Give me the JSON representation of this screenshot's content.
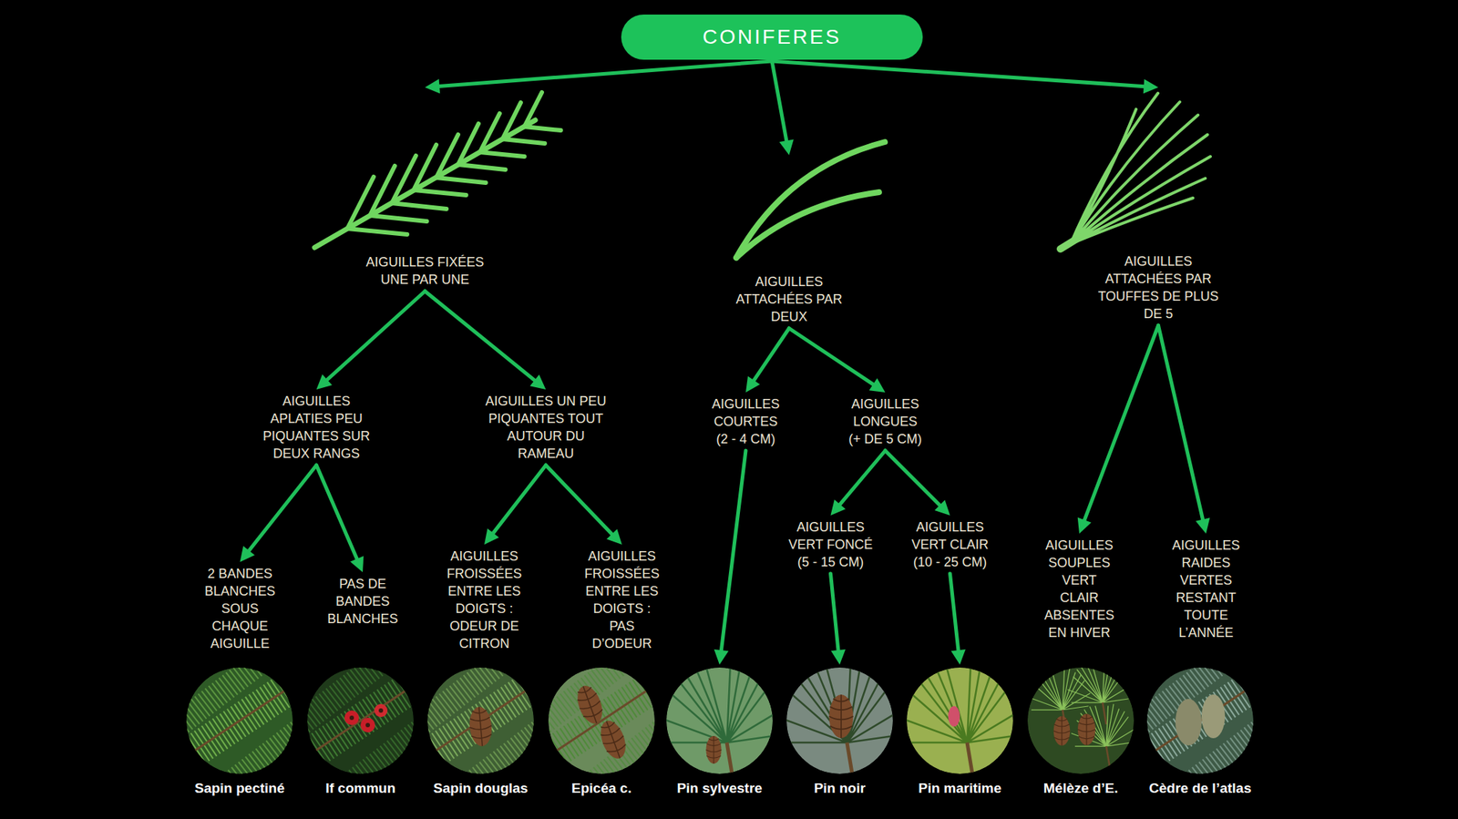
{
  "diagram": {
    "nodes": [
      {
        "text": [
          "CONIFERES"
        ]
      },
      {
        "text": [
          "AIGUILLES FIXÉES UNE PAR UNE"
        ]
      },
      {
        "text": [
          "AIGUILLES ATTACHÉES PAR DEUX"
        ]
      },
      {
        "text": [
          "AIGUILLES ATTACHÉES PAR TOUFFES DE PLUS DE 5"
        ]
      },
      {
        "text": [
          "AIGUILLES APLATIES PEU PIQUANTES SUR DEUX RANGS"
        ]
      },
      {
        "text": [
          "AIGUILLES UN PEU PIQUANTES TOUT AUTOUR DU RAMEAU"
        ]
      },
      {
        "text": [
          "AIGUILLES COURTES (2 - 4 CM)"
        ]
      },
      {
        "text": [
          "AIGUILLES LONGUES (+ DE 5 CM)"
        ]
      },
      {
        "text": [
          "AIGUILLES VERT FONCÉ (5 - 15 CM)"
        ]
      },
      {
        "text": [
          "AIGUILLES VERT CLAIR (10 - 25 CM)"
        ]
      },
      {
        "text": [
          "AIGUILLES SOUPLES VERT CLAIR ABSENTES EN HIVER"
        ]
      },
      {
        "text": [
          "AIGUILLES RAIDES VERTES RESTANT TOUTE L’ANNÉE"
        ]
      },
      {
        "text": [
          "2 BANDES BLANCHES SOUS CHAQUE AIGUILLE"
        ]
      },
      {
        "text": [
          "PAS DE BANDES BLANCHES"
        ]
      },
      {
        "text": [
          "AIGUILLES FROISSÉES ENTRE LES DOIGTS : ODEUR DE CITRON"
        ]
      },
      {
        "text": [
          "AIGUILLES FROISSÉES ENTRE LES DOIGTS : PAS D’ODEUR"
        ]
      },
      {
        "text": [
          "Sapin pectiné"
        ]
      },
      {
        "text": [
          "If commun"
        ]
      },
      {
        "text": [
          "Sapin douglas"
        ]
      },
      {
        "text": [
          "Epicéa c."
        ]
      },
      {
        "text": [
          "Pin sylvestre"
        ]
      },
      {
        "text": [
          "Pin noir"
        ]
      },
      {
        "text": [
          "Pin maritime"
        ]
      },
      {
        "text": [
          "Mélèze d’E."
        ]
      },
      {
        "text": [
          "Cèdre de l’atlas"
        ]
      }
    ],
    "edges": [
      {
        "from": 0,
        "to": 1,
        "arrow": "to"
      },
      {
        "from": 0,
        "to": 2,
        "arrow": "to"
      },
      {
        "from": 0,
        "to": 3,
        "arrow": "to"
      },
      {
        "from": 1,
        "to": 4,
        "arrow": "to"
      },
      {
        "from": 1,
        "to": 5,
        "arrow": "to"
      },
      {
        "from": 2,
        "to": 6,
        "arrow": "to"
      },
      {
        "from": 2,
        "to": 7,
        "arrow": "to"
      },
      {
        "from": 3,
        "to": 10,
        "arrow": "to"
      },
      {
        "from": 3,
        "to": 11,
        "arrow": "to"
      },
      {
        "from": 4,
        "to": 12,
        "arrow": "to"
      },
      {
        "from": 4,
        "to": 13,
        "arrow": "to"
      },
      {
        "from": 5,
        "to": 14,
        "arrow": "to"
      },
      {
        "from": 5,
        "to": 15,
        "arrow": "to"
      },
      {
        "from": 6,
        "to": 20,
        "arrow": "to"
      },
      {
        "from": 7,
        "to": 8,
        "arrow": "to"
      },
      {
        "from": 7,
        "to": 9,
        "arrow": "to"
      },
      {
        "from": 8,
        "to": 21,
        "arrow": "to"
      },
      {
        "from": 9,
        "to": 22,
        "arrow": "to"
      }
    ]
  }
}
